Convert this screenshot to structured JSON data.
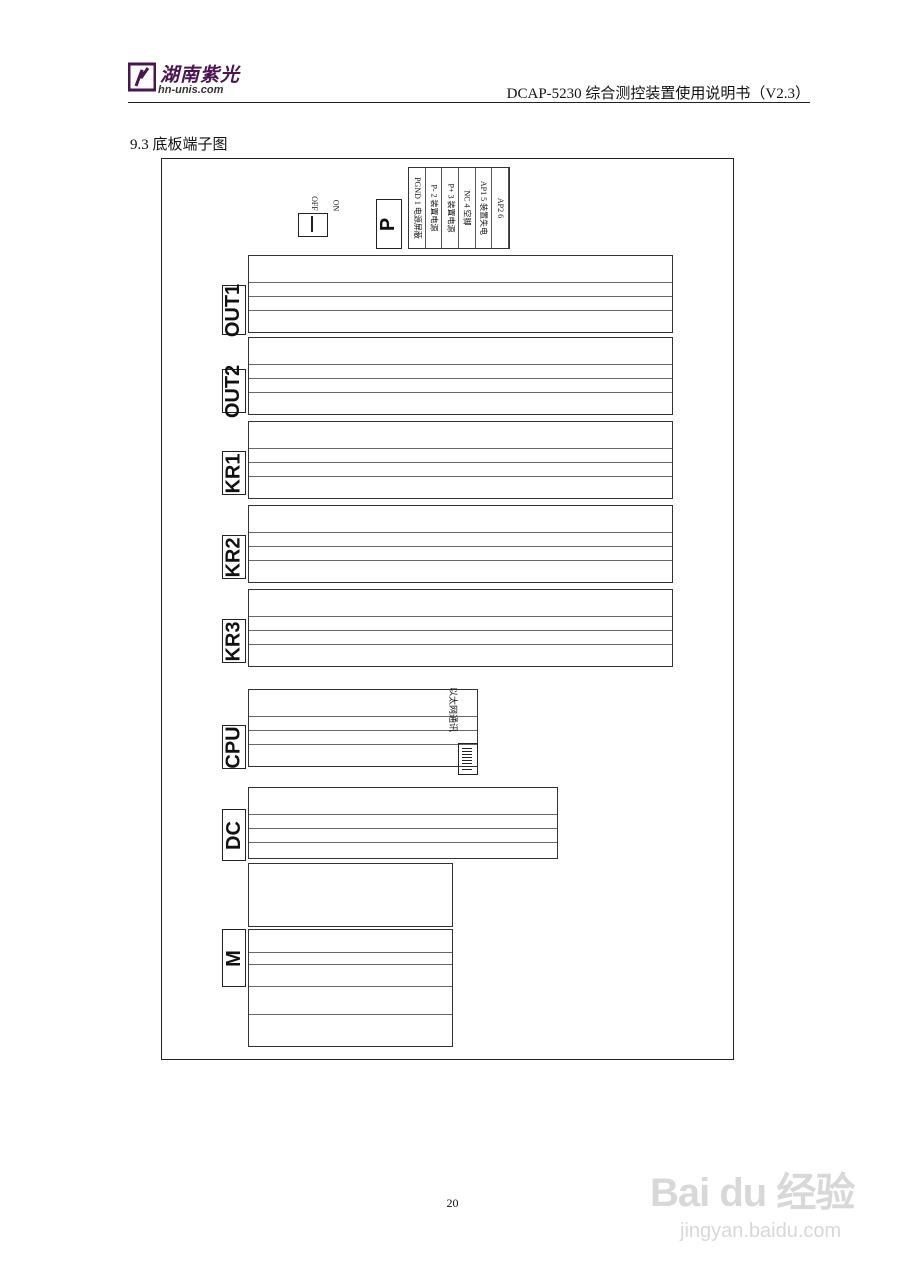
{
  "header": {
    "company_cn": "湖南紫光",
    "company_url": "hn-unis.com",
    "doc_title": "DCAP-5230 综合测控装置使用说明书（V2.3）"
  },
  "section": {
    "title": "9.3 底板端子图"
  },
  "board": {
    "power_switch": {
      "off": "OFF",
      "on": "ON"
    },
    "P": {
      "name": "P",
      "rows": [
        {
          "sig": "PGND",
          "num": "1",
          "desc": "电源屏蔽"
        },
        {
          "sig": "P-",
          "num": "2",
          "desc": "装置电源"
        },
        {
          "sig": "P+",
          "num": "3",
          "desc": "装置电源"
        },
        {
          "sig": "NC",
          "num": "4",
          "desc": "空脚"
        },
        {
          "sig": "AP1",
          "num": "5",
          "desc": "装置失电"
        },
        {
          "sig": "AP2",
          "num": "6",
          "desc": ""
        }
      ]
    },
    "OUT1": {
      "name": "OUT1"
    },
    "OUT2": {
      "name": "OUT2"
    },
    "KR1": {
      "name": "KR1"
    },
    "KR2": {
      "name": "KR2"
    },
    "KR3": {
      "name": "KR3"
    },
    "CPU": {
      "name": "CPU",
      "ethernet": "以太网通讯"
    },
    "DC": {
      "name": "DC"
    },
    "M": {
      "name": "M"
    }
  },
  "footer": {
    "page": "20"
  },
  "watermark": {
    "main": "Bai du 经验",
    "sub": "jingyan.baidu.com"
  }
}
